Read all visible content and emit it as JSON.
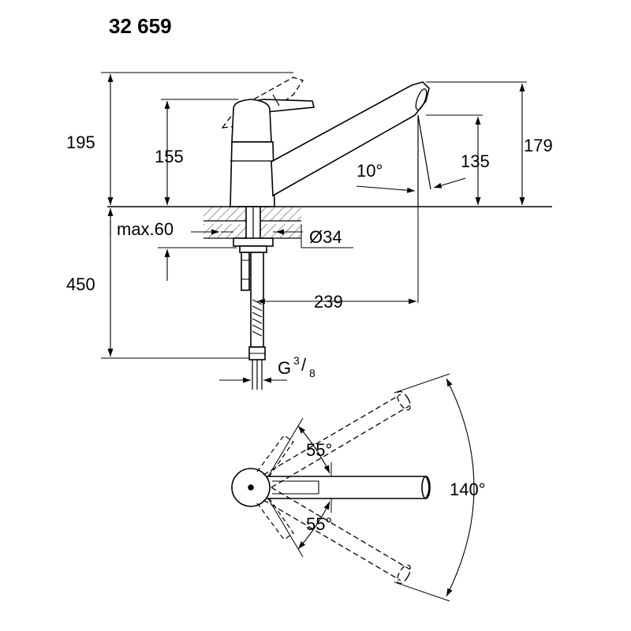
{
  "title": "32 659",
  "dims": {
    "d195": "195",
    "d155": "155",
    "d179": "179",
    "d135": "135",
    "angle_spout": "10°",
    "max60": "max.60",
    "dia34": "Ø34",
    "d450": "450",
    "d239": "239",
    "g_main": "G",
    "g_num": "3",
    "g_slash": "/",
    "g_den": "8"
  },
  "plan_view": {
    "angle_upper": "55°",
    "angle_lower": "55°",
    "angle_total": "140°"
  }
}
